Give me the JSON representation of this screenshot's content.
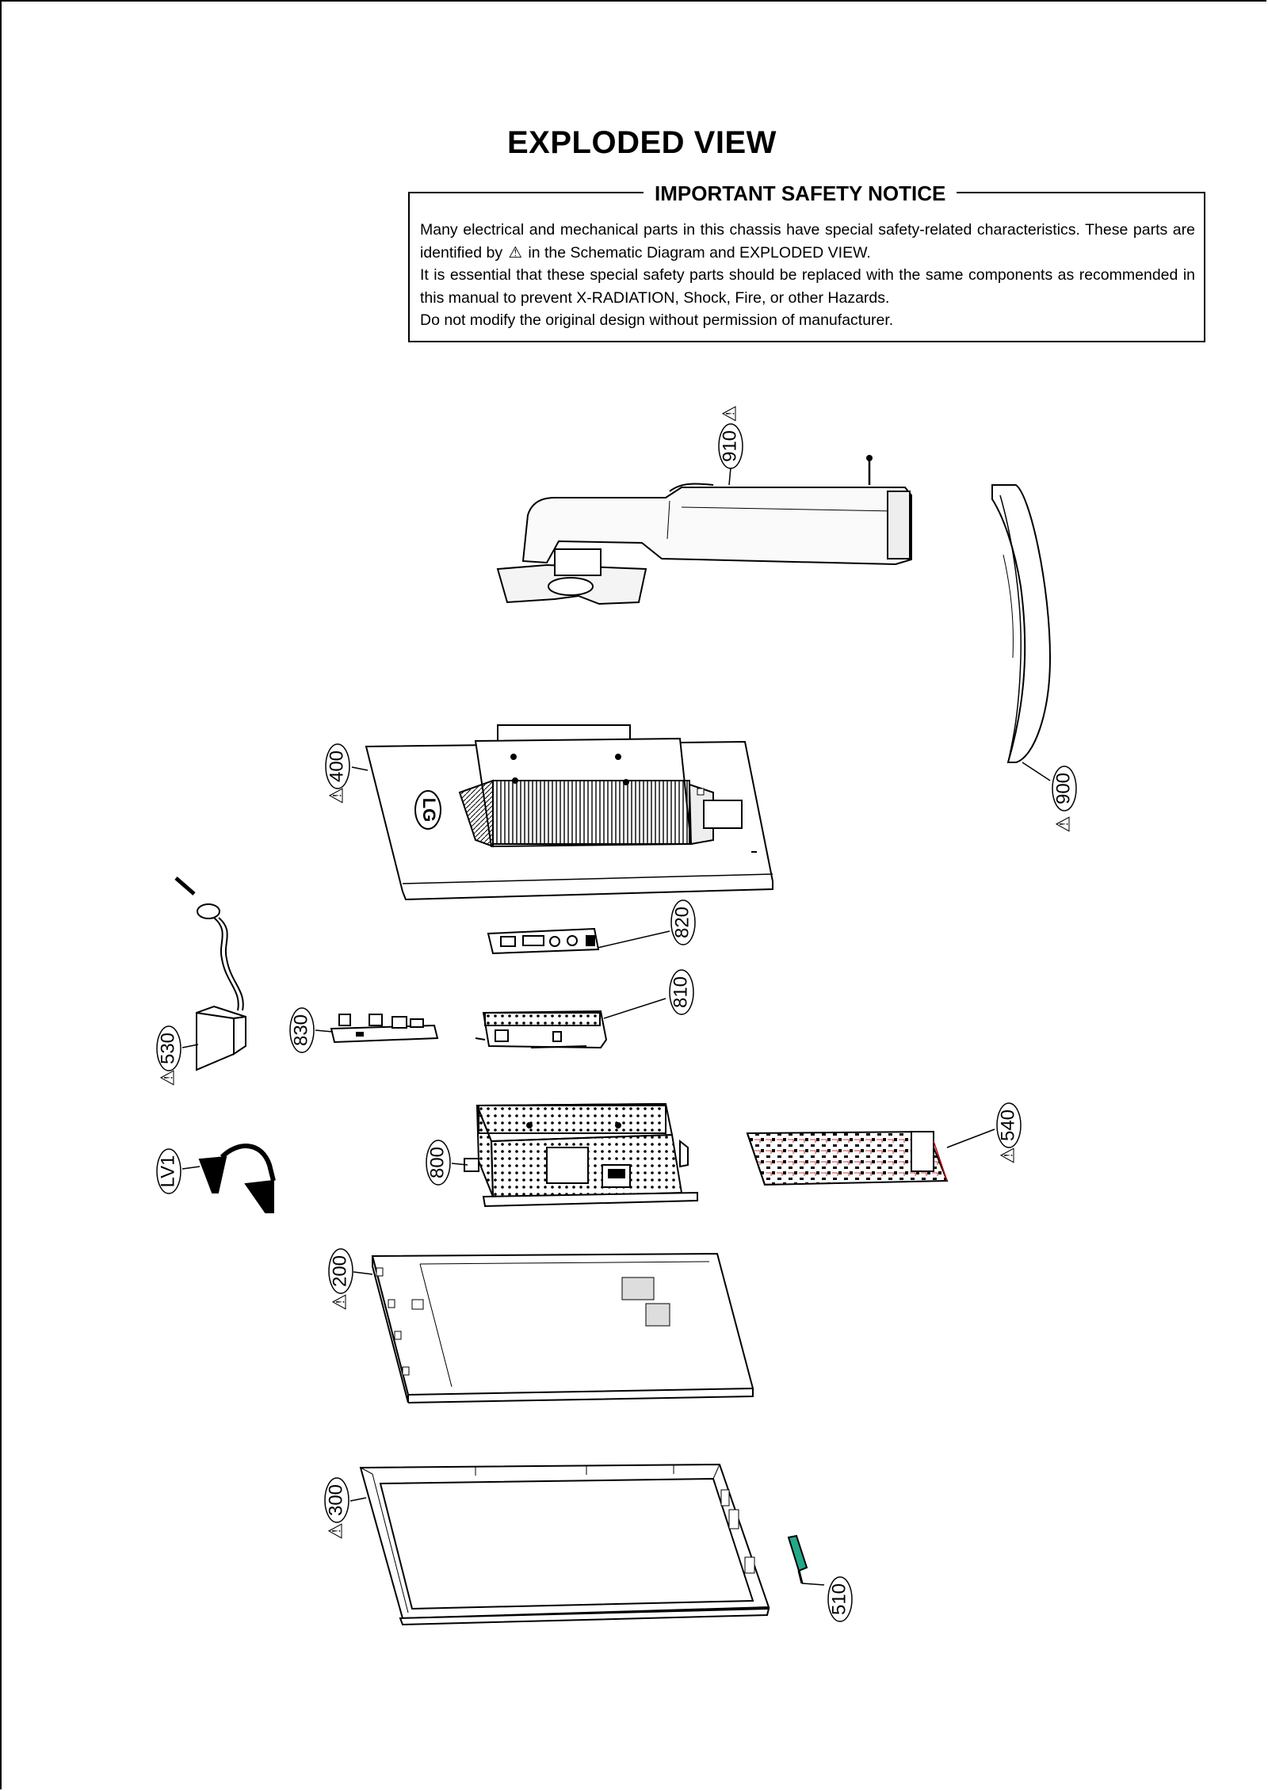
{
  "title": "EXPLODED VIEW",
  "notice": {
    "heading": "IMPORTANT SAFETY NOTICE",
    "line1a": "Many electrical and mechanical parts in this chassis have special safety-related characteristics. These parts are identified by",
    "line1b": "in the Schematic Diagram and EXPLODED VIEW.",
    "line2": "It is essential that these special safety parts should be replaced with the same components as recommended in this manual to prevent X-RADIATION, Shock, Fire, or other Hazards.",
    "line3": "Do not modify the original design without permission of manufacturer."
  },
  "safety_symbol": "⚠",
  "parts": {
    "p910": "910",
    "p900": "900",
    "p400": "400",
    "p820": "820",
    "p810": "810",
    "p830": "830",
    "p530": "530",
    "pLV1": "LV1",
    "p800": "800",
    "p540": "540",
    "p200": "200",
    "p300": "300",
    "p510": "510"
  },
  "logo_text": "LG"
}
